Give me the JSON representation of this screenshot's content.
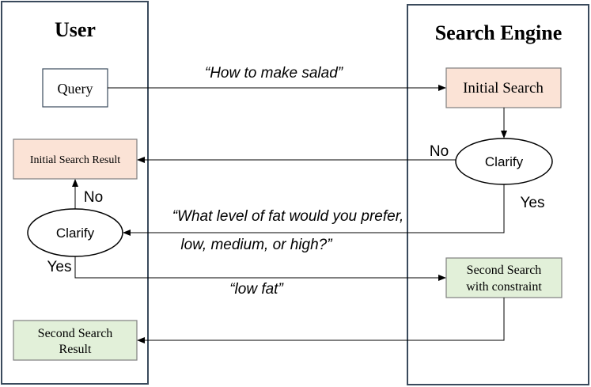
{
  "lanes": {
    "user": {
      "title": "User"
    },
    "engine": {
      "title": "Search Engine"
    }
  },
  "nodes": {
    "query": "Query",
    "initial_search": "Initial Search",
    "engine_clarify": "Clarify",
    "initial_result": "Initial Search Result",
    "user_clarify": "Clarify",
    "second_search_line1": "Second Search",
    "second_search_line2": "with constraint",
    "second_result_line1": "Second Search",
    "second_result_line2": "Result"
  },
  "edge_labels": {
    "query_text": "“How to make salad”",
    "engine_no": "No",
    "engine_yes": "Yes",
    "question_line1": "“What level of fat would you prefer,",
    "question_line2": "low, medium, or high?”",
    "user_no": "No",
    "user_yes": "Yes",
    "answer_text": "“low fat”"
  },
  "colors": {
    "lane_border": "#3a4a5c",
    "peach_fill": "#fbe3d6",
    "green_fill": "#e2f0d9",
    "node_border": "#7f7f7f",
    "line": "#000000"
  }
}
